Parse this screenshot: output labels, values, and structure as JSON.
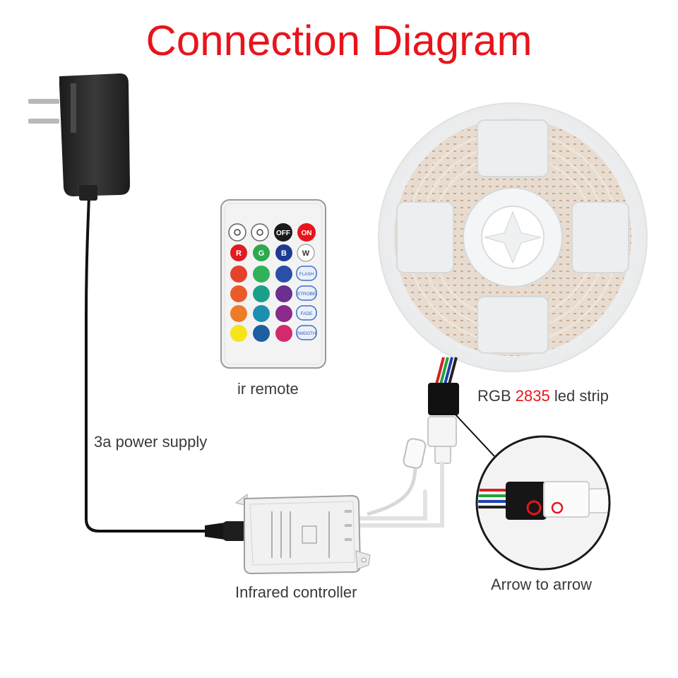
{
  "title": "Connection Diagram",
  "labels": {
    "remote": "ir remote",
    "power_supply": "3a power supply",
    "strip_prefix": "RGB ",
    "strip_model": "2835",
    "strip_suffix": " led strip",
    "controller": "Infrared controller",
    "arrow": "Arrow to arrow"
  },
  "remote": {
    "top_buttons": [
      "OFF",
      "ON"
    ],
    "color_row_labels": [
      "R",
      "G",
      "B",
      "W"
    ],
    "mode_buttons": [
      "FLASH",
      "STROBE",
      "FADE",
      "SMOOTH"
    ]
  },
  "colors": {
    "title": "#e8141b",
    "accent": "#e8141b",
    "label": "#3a3a3a",
    "remote_off_button": "#1a1a1a",
    "remote_on_button": "#e8141b"
  }
}
